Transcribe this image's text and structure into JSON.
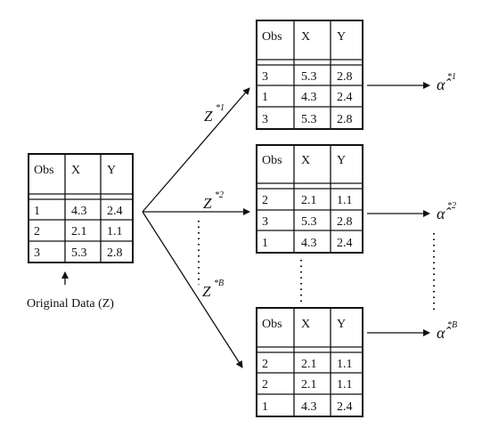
{
  "original_table": {
    "headers": [
      "Obs",
      "X",
      "Y"
    ],
    "rows": [
      [
        "1",
        "4.3",
        "2.4"
      ],
      [
        "2",
        "2.1",
        "1.1"
      ],
      [
        "3",
        "5.3",
        "2.8"
      ]
    ]
  },
  "original_label": "Original Data (Z)",
  "bootstrap_tables": [
    {
      "headers": [
        "Obs",
        "X",
        "Y"
      ],
      "rows": [
        [
          "3",
          "5.3",
          "2.8"
        ],
        [
          "1",
          "4.3",
          "2.4"
        ],
        [
          "3",
          "5.3",
          "2.8"
        ]
      ],
      "z_base": "Z",
      "z_sup": "*1",
      "alpha_base": "α̂",
      "alpha_sup": "*1"
    },
    {
      "headers": [
        "Obs",
        "X",
        "Y"
      ],
      "rows": [
        [
          "2",
          "2.1",
          "1.1"
        ],
        [
          "3",
          "5.3",
          "2.8"
        ],
        [
          "1",
          "4.3",
          "2.4"
        ]
      ],
      "z_base": "Z",
      "z_sup": "*2",
      "alpha_base": "α̂",
      "alpha_sup": "*2"
    },
    {
      "headers": [
        "Obs",
        "X",
        "Y"
      ],
      "rows": [
        [
          "2",
          "2.1",
          "1.1"
        ],
        [
          "2",
          "2.1",
          "1.1"
        ],
        [
          "1",
          "4.3",
          "2.4"
        ]
      ],
      "z_base": "Z",
      "z_sup": "*B",
      "alpha_base": "α̂",
      "alpha_sup": "*B"
    }
  ]
}
